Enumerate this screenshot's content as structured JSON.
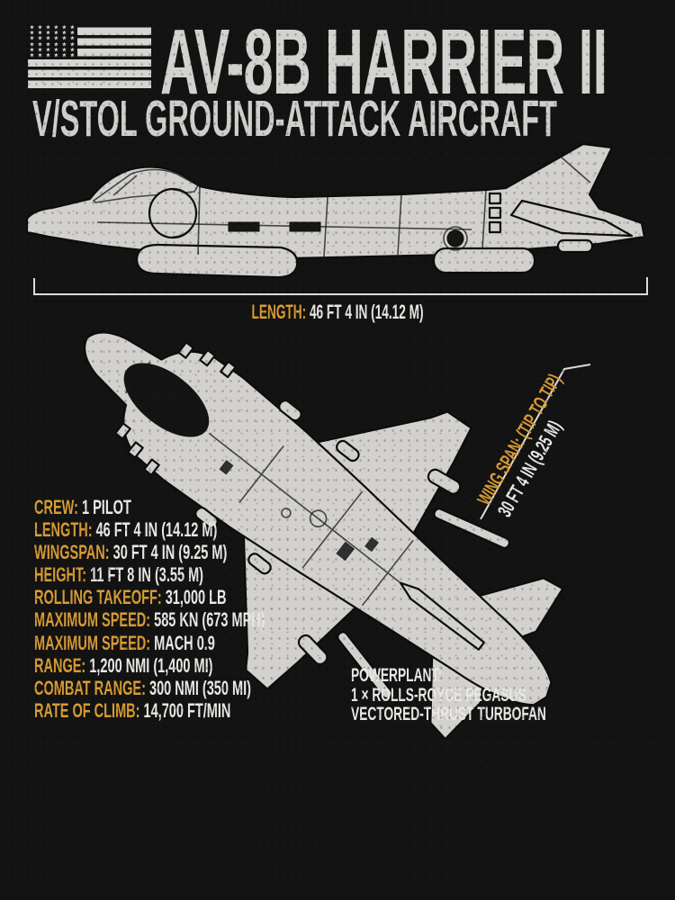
{
  "colors": {
    "background": "#131313",
    "accent_orange": "#d79b33",
    "text_white": "#e9e8e4",
    "artwork_gray": "#d2d1cd"
  },
  "header": {
    "flag": "us-flag",
    "flag_stars_row": "★ ★ ★ ★ ★ ★ ★ ★ ★",
    "title": "AV-8B HARRIER II",
    "subtitle": "V/STOL GROUND-ATTACK AIRCRAFT"
  },
  "length_dimension": {
    "label": "LENGTH:",
    "value": "46 FT 4 IN (14.12 M)"
  },
  "wingspan_dimension": {
    "label": "WING SPAN: (TIP TO TIP)",
    "value": "30 FT 4 IN (9.25 M)"
  },
  "specs": [
    {
      "label": "CREW:",
      "value": "1 PILOT"
    },
    {
      "label": "LENGTH:",
      "value": "46 FT 4 IN (14.12 M)"
    },
    {
      "label": "WINGSPAN:",
      "value": "30 FT 4 IN (9.25 M)"
    },
    {
      "label": "HEIGHT:",
      "value": "11 FT 8 IN (3.55 M)"
    },
    {
      "label": "ROLLING TAKEOFF:",
      "value": "31,000 LB"
    },
    {
      "label": "MAXIMUM SPEED:",
      "value": "585 KN (673 MPH)"
    },
    {
      "label": "MAXIMUM SPEED:",
      "value": "MACH 0.9"
    },
    {
      "label": "RANGE:",
      "value": "1,200 NMI (1,400 MI)"
    },
    {
      "label": "COMBAT RANGE:",
      "value": "300 NMI (350 MI)"
    },
    {
      "label": "RATE OF CLIMB:",
      "value": "14,700 FT/MIN"
    }
  ],
  "powerplant": {
    "label": "POWERPLANT:",
    "line1": "1 × ROLLS-ROYCE PEGASUS",
    "line2": "VECTORED-THRUST TURBOFAN"
  }
}
